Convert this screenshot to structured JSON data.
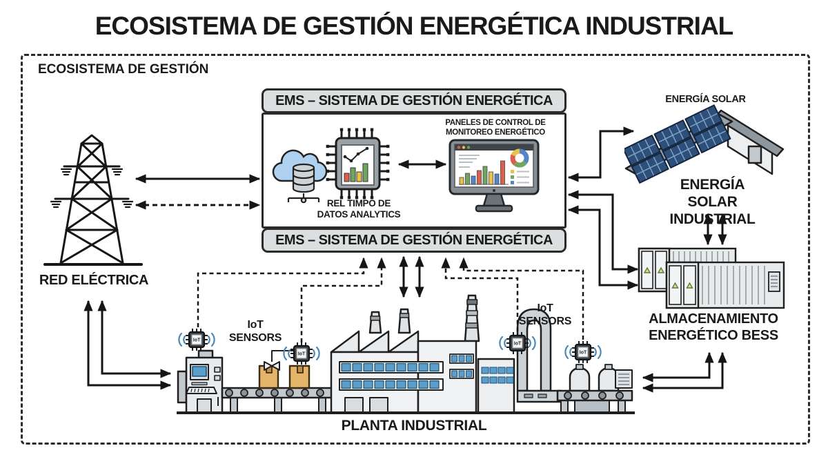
{
  "title": "ECOSISTEMA DE GESTIÓN ENERGÉTICA INDUSTRIAL",
  "ecosystem": {
    "label": "ECOSISTEMA DE GESTIÓN"
  },
  "ems": {
    "header": "EMS – SISTEMA DE GESTIÓN ENERGÉTICA",
    "footer": "EMS – SISTEMA DE GESTIÓN ENERGÉTICA",
    "analytics": {
      "line1": "REL TIMPO DE",
      "line2": "DATOS ANALYTICS"
    },
    "panels": {
      "line1": "PANELES DE CONTROL DE",
      "line2": "MONITOREO ENERGÉTICO"
    }
  },
  "grid": {
    "label": "RED ELÉCTRICA"
  },
  "solar": {
    "roof_label": "ENERGÍA SOLAR",
    "name": {
      "line1": "ENERGÍA SOLAR",
      "line2": "INDUSTRIAL"
    }
  },
  "bess": {
    "name": {
      "line1": "ALMACENAMIENTO",
      "line2": "ENERGÉTICO BESS"
    }
  },
  "factory": {
    "label": "PLANTA INDUSTRIAL"
  },
  "iot": {
    "chip_text": "IoT",
    "left_label": {
      "line1": "IoT",
      "line2": "SENSORS"
    },
    "right_label": {
      "line1": "IoT",
      "line2": "SENSORS"
    }
  },
  "colors": {
    "arrow": "#161616",
    "panel-blue": "#2e4f79",
    "wifi-blue": "#4a88b5",
    "cloud-blue": "#aed1f0",
    "crate-tan": "#e4b469",
    "screen-blue": "#5b9ec9",
    "bar-yellow": "#e8c04e",
    "bar-green": "#6fa661",
    "bar-blue": "#5585c5",
    "bar-red": "#d9604f"
  }
}
